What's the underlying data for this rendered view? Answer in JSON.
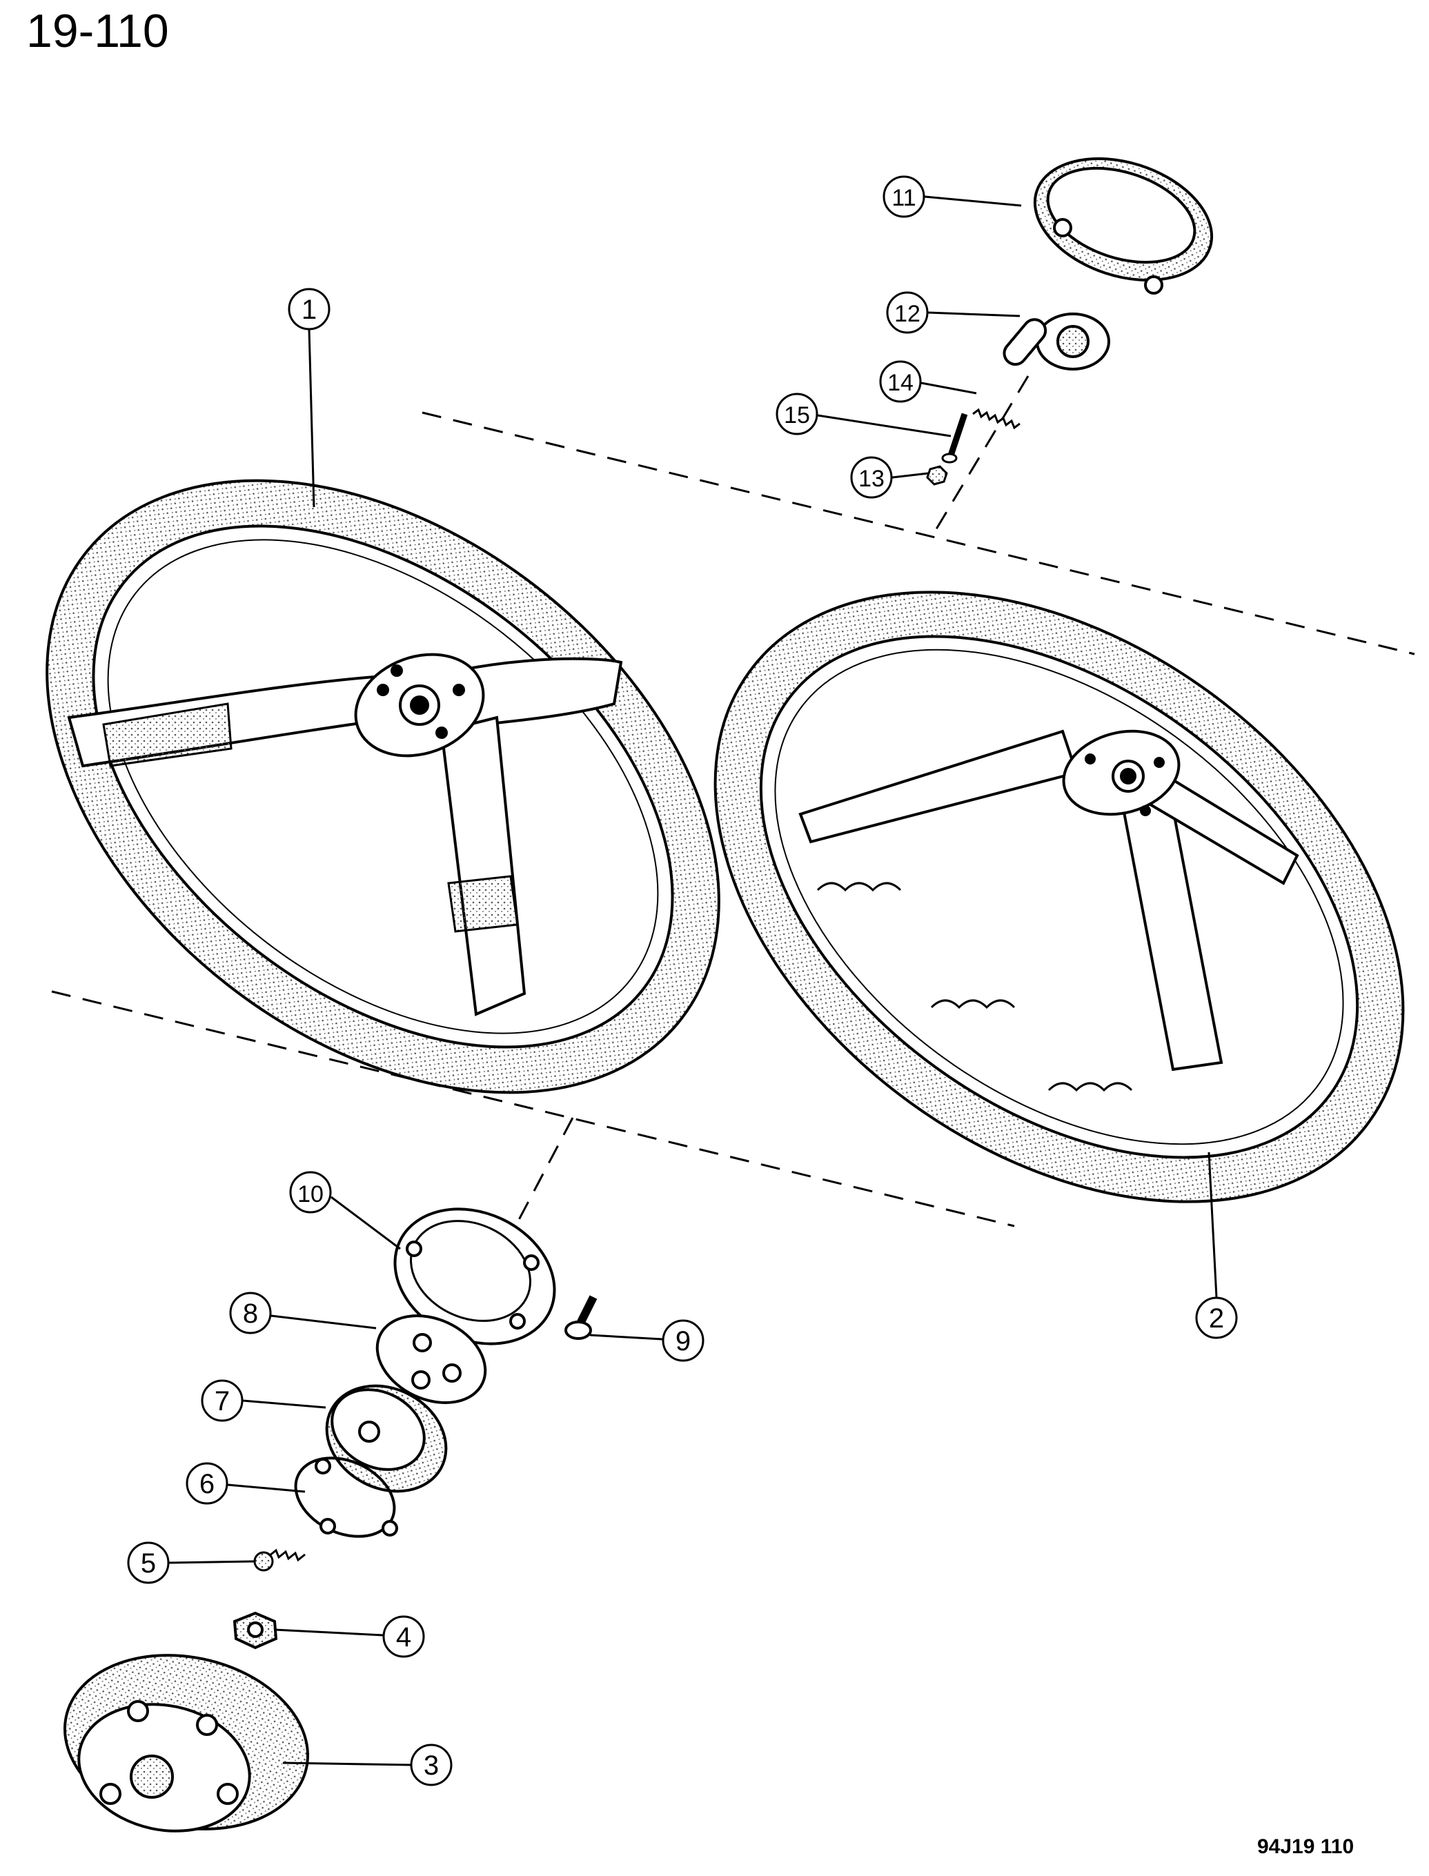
{
  "page_number": "19-110",
  "figure_code": "94J19  110",
  "callouts": [
    {
      "id": "1",
      "label": "1"
    },
    {
      "id": "2",
      "label": "2"
    },
    {
      "id": "3",
      "label": "3"
    },
    {
      "id": "4",
      "label": "4"
    },
    {
      "id": "5",
      "label": "5"
    },
    {
      "id": "6",
      "label": "6"
    },
    {
      "id": "7",
      "label": "7"
    },
    {
      "id": "8",
      "label": "8"
    },
    {
      "id": "9",
      "label": "9"
    },
    {
      "id": "10",
      "label": "10"
    },
    {
      "id": "11",
      "label": "11"
    },
    {
      "id": "12",
      "label": "12"
    },
    {
      "id": "13",
      "label": "13"
    },
    {
      "id": "14",
      "label": "14"
    },
    {
      "id": "15",
      "label": "15"
    }
  ]
}
